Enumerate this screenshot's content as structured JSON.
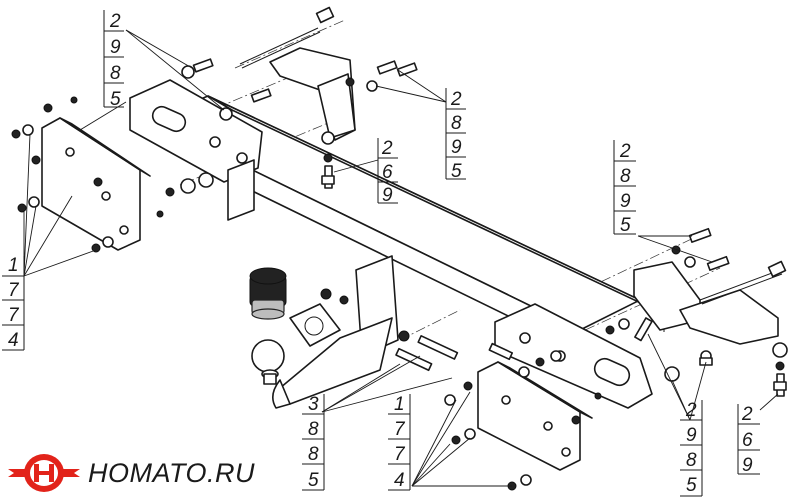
{
  "callouts": [
    {
      "id": "top-left",
      "items": [
        "2",
        "9",
        "8",
        "5"
      ]
    },
    {
      "id": "top-mid",
      "items": [
        "2",
        "8",
        "9",
        "5"
      ]
    },
    {
      "id": "center-small",
      "items": [
        "2",
        "6",
        "9"
      ]
    },
    {
      "id": "right-upper",
      "items": [
        "2",
        "8",
        "9",
        "5"
      ]
    },
    {
      "id": "left-side",
      "items": [
        "1",
        "7",
        "7",
        "4"
      ]
    },
    {
      "id": "bottom-left",
      "items": [
        "3",
        "8",
        "8",
        "5"
      ]
    },
    {
      "id": "bottom-mid",
      "items": [
        "1",
        "7",
        "7",
        "4"
      ]
    },
    {
      "id": "bottom-right",
      "items": [
        "2",
        "9",
        "8",
        "5"
      ]
    },
    {
      "id": "right-lower",
      "items": [
        "2",
        "6",
        "9"
      ]
    }
  ],
  "logo": {
    "text": "HOMATO.RU",
    "icon": "homato-logo-icon"
  }
}
